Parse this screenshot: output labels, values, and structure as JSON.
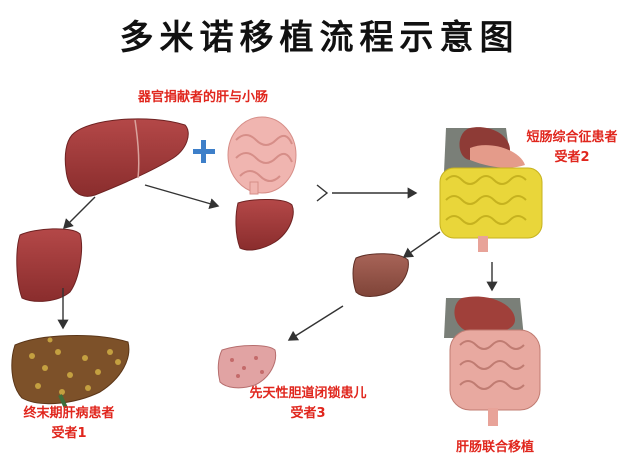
{
  "title": "多米诺移植流程示意图",
  "labels": {
    "donor": "器官捐献者的肝与小肠",
    "sbs_line1": "短肠综合征患者",
    "sbs_line2": "受者2",
    "eld_line1": "终末期肝病患者",
    "eld_line2": "受者1",
    "pfic_line1": "先天性胆道闭锁患儿",
    "pfic_line2": "受者3",
    "combined": "肝肠联合移植"
  },
  "icons": [
    "liver-icon",
    "small-intestine-icon",
    "plus-icon",
    "abdomen-organs-icon"
  ],
  "colors": {
    "label_red": "#e0261d",
    "liver": "#a33a3a",
    "plus": "#3d7fc9",
    "arrow": "#333333"
  }
}
